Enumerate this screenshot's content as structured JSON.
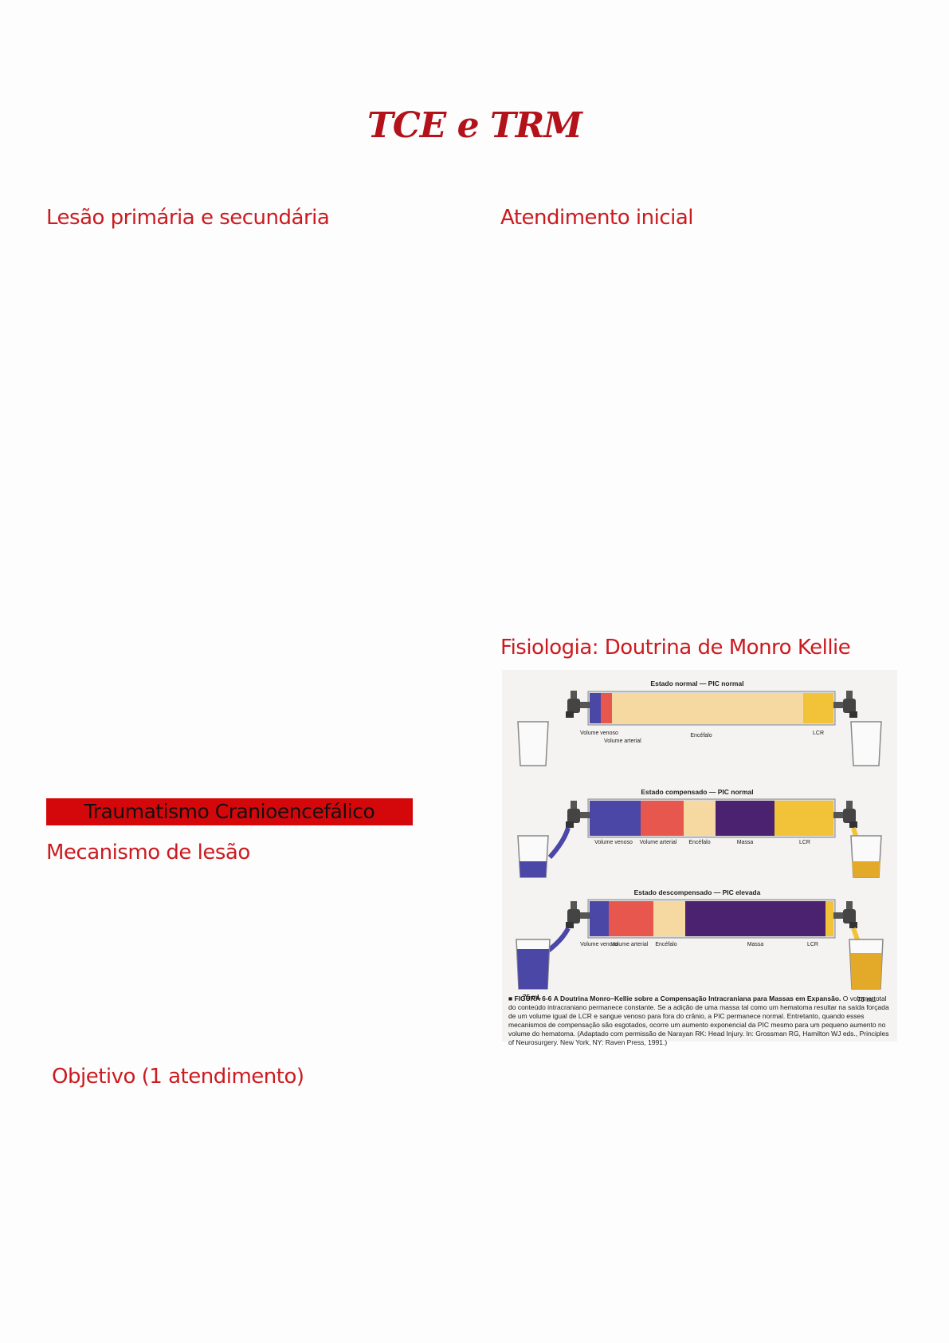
{
  "title": "TCE e TRM",
  "sections": {
    "lesao": "Lesão primária e secundária",
    "atendimento": "Atendimento inicial",
    "fisiologia": "Fisiologia: Doutrina de Monro Kellie",
    "banner": "Traumatismo Cranioencefálico",
    "mecanismo": "Mecanismo de lesão",
    "objetivo": "Objetivo (1 atendimento)"
  },
  "figure": {
    "states": [
      {
        "title": "Estado normal — PIC normal",
        "labels": [
          "Volume venoso",
          "Volume arterial",
          "Encéfalo",
          "LCR"
        ]
      },
      {
        "title": "Estado compensado — PIC normal",
        "labels": [
          "Volume venoso",
          "Volume arterial",
          "Encéfalo",
          "Massa",
          "LCR"
        ]
      },
      {
        "title": "Estado descompensado — PIC elevada",
        "labels": [
          "Volume venoso",
          "Volume arterial",
          "Encéfalo",
          "Massa",
          "LCR"
        ]
      }
    ],
    "volume_left": "75 mL",
    "volume_right": "75 mL",
    "caption_label": "■ FIGURA 6-6",
    "caption_title": "A Doutrina Monro–Kellie sobre a Compensação Intracraniana para Massas em Expansão.",
    "caption_body": "O volume total do conteúdo intracraniano permanece constante. Se a adição de uma massa tal como um hematoma resultar na saída forçada de um volume igual de LCR e sangue venoso para fora do crânio, a PIC permanece normal. Entretanto, quando esses mecanismos de compensação são esgotados, ocorre um aumento exponencial da PIC mesmo para um pequeno aumento no volume do hematoma. (Adaptado com permissão de Narayan RK: Head Injury. In: Grossman RG, Hamilton WJ eds., Principles of Neurosurgery. New York, NY: Raven Press, 1991.)",
    "colors": {
      "venous": "#4b47a6",
      "arterial": "#e8574d",
      "brain": "#f6d9a0",
      "mass": "#4a2270",
      "csf": "#f2c338"
    }
  }
}
